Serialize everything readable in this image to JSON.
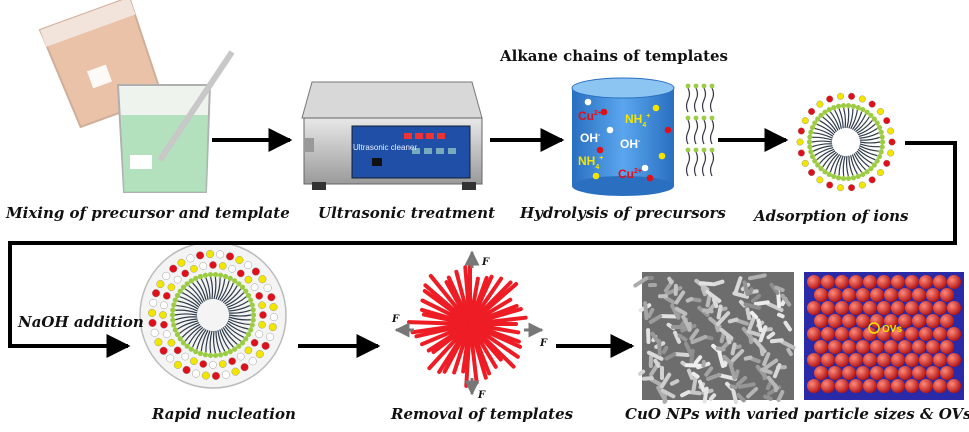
{
  "title": "Alkane chains of templates",
  "steps": {
    "mixing": "Mixing of precursor and template",
    "ultrasonic": "Ultrasonic treatment",
    "hydrolysis": "Hydrolysis of precursors",
    "adsorption": "Adsorption of ions",
    "naoh": "NaOH addition",
    "nucleation": "Rapid nucleation",
    "removal": "Removal of templates",
    "product": "CuO NPs with varied particle sizes & OVs"
  },
  "device_label": "Ultrasonic cleaner",
  "ions": {
    "cu": "Cu",
    "cu_charge": "2+",
    "oh": "OH",
    "oh_charge": "-",
    "nh4": "NH",
    "nh4_sub": "4",
    "nh4_charge": "+"
  },
  "force_label": "F",
  "ovs_label": "OVs",
  "colors": {
    "arrow": "#000000",
    "micelle_chain": "#2f3b4a",
    "head_green": "#9ccc44",
    "ion_red": "#e0101a",
    "ion_yellow": "#f2e600",
    "ion_white": "#ffffff",
    "cylinder_blue": "#3b86d6",
    "fiber_red": "#ee1c24",
    "force_arrow": "#777777"
  }
}
